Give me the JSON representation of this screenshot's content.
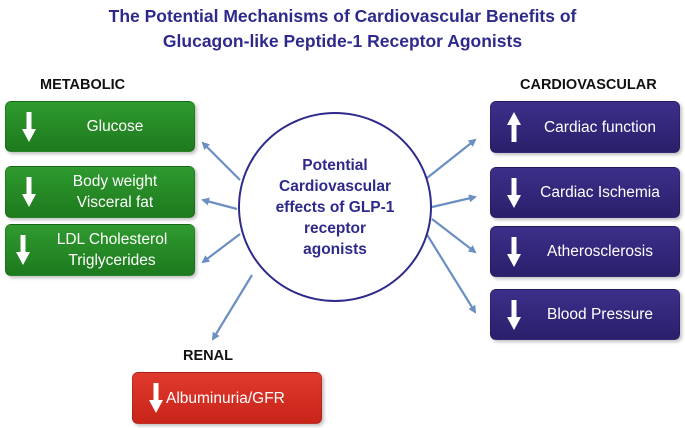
{
  "title": {
    "line1": "The Potential Mechanisms of Cardiovascular Benefits of",
    "line2": "Glucagon-like Peptide-1 Receptor Agonists"
  },
  "center": {
    "text": "Potential Cardiovascular effects of GLP-1 receptor agonists"
  },
  "metabolic": {
    "label": "METABOLIC",
    "items": [
      {
        "lines": [
          "Glucose"
        ],
        "direction": "down"
      },
      {
        "lines": [
          "Body weight",
          "Visceral fat"
        ],
        "direction": "down"
      },
      {
        "lines": [
          "LDL Cholesterol",
          "Triglycerides"
        ],
        "direction": "down"
      }
    ]
  },
  "cardiovascular": {
    "label": "CARDIOVASCULAR",
    "items": [
      {
        "lines": [
          "Cardiac function"
        ],
        "direction": "up"
      },
      {
        "lines": [
          "Cardiac Ischemia"
        ],
        "direction": "down"
      },
      {
        "lines": [
          "Atherosclerosis"
        ],
        "direction": "down"
      },
      {
        "lines": [
          "Blood Pressure"
        ],
        "direction": "down"
      }
    ]
  },
  "renal": {
    "label": "RENAL",
    "items": [
      {
        "lines": [
          "Albuminuria/GFR"
        ],
        "direction": "down"
      }
    ]
  },
  "colors": {
    "title": "#2e2a8c",
    "metabolic": "#228b22",
    "cardiovascular": "#2e2378",
    "renal": "#d9302a",
    "connector": "#6b8fc2"
  }
}
